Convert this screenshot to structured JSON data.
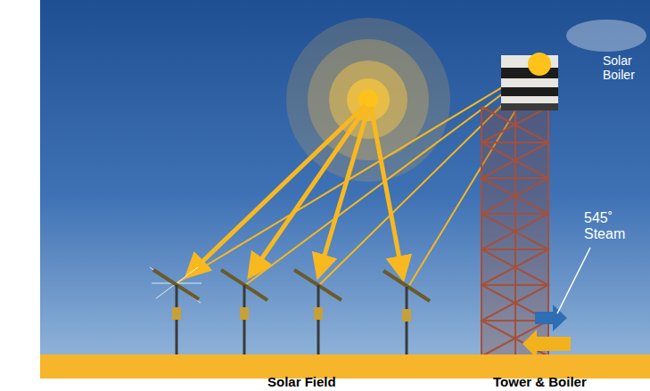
{
  "diagram": {
    "labels": [
      "Solar Boiler",
      "545˚ Steam",
      "Solar Field",
      "Tower & Boiler"
    ]
  }
}
